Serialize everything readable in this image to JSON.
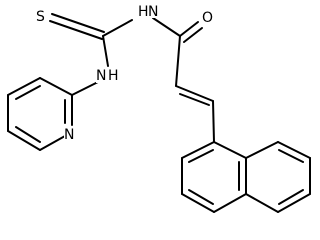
{
  "molecule": {
    "atoms": {
      "S": "S",
      "NH_top": "N",
      "H_top": "H",
      "O": "O",
      "NH_left": "N",
      "H_left": "H",
      "N_pyridine": "N"
    }
  }
}
